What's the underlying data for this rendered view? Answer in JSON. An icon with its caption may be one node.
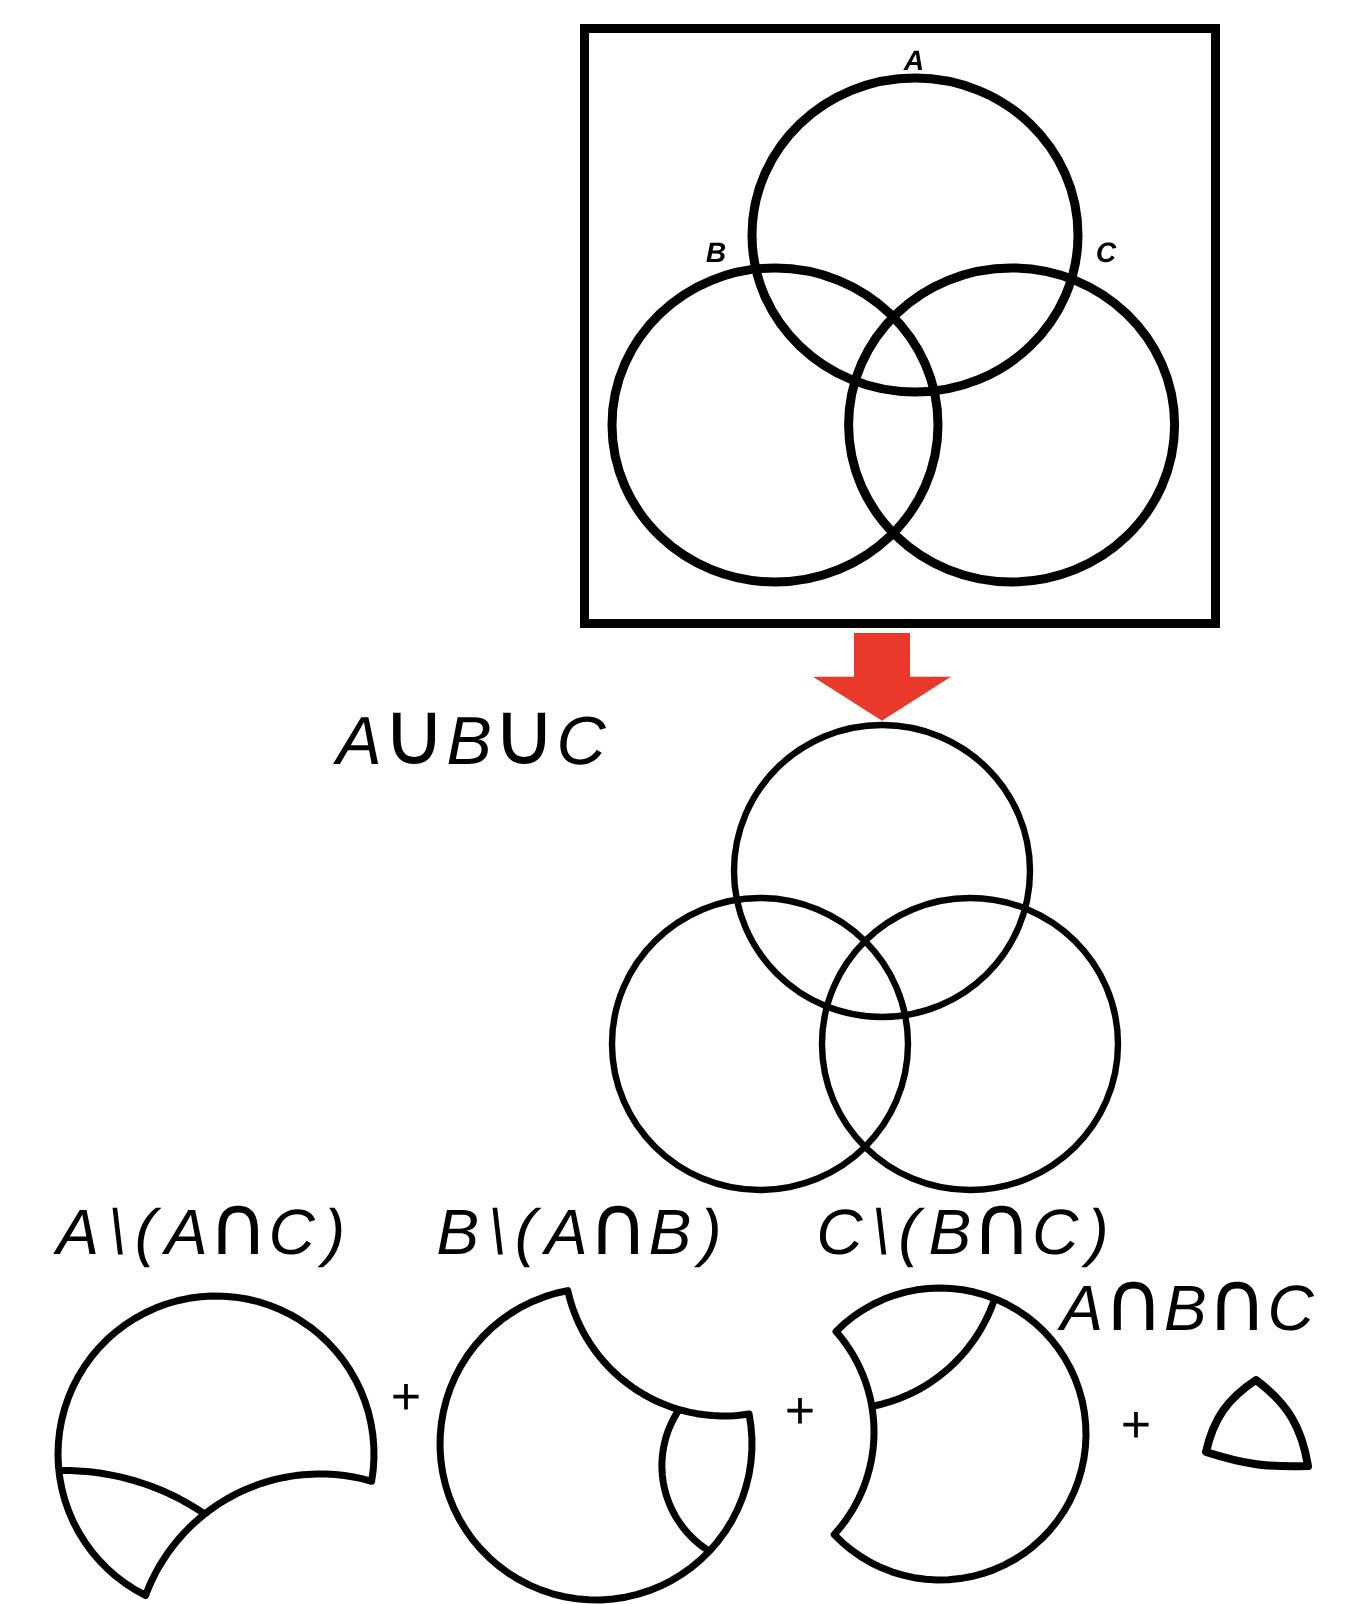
{
  "diagram": {
    "nodes": [
      {
        "text": [],
        "shape": "box"
      },
      {
        "text": [
          "A"
        ],
        "in": 0
      },
      {
        "text": [
          "B"
        ],
        "in": 0
      },
      {
        "text": [
          "C"
        ],
        "in": 0
      },
      {
        "text": [
          "A∪B∪C"
        ]
      },
      {
        "text": [
          "A\\(A∩C)"
        ]
      },
      {
        "text": [
          "B\\(A∩B)"
        ]
      },
      {
        "text": [
          "C\\(B∩C)"
        ]
      },
      {
        "text": [
          "A∩B∩C"
        ]
      }
    ],
    "edges": [
      {
        "from": 0,
        "to": 4,
        "arrow": "to",
        "color": "#e8392b"
      }
    ],
    "labels": [
      "+",
      "+",
      "+"
    ]
  }
}
